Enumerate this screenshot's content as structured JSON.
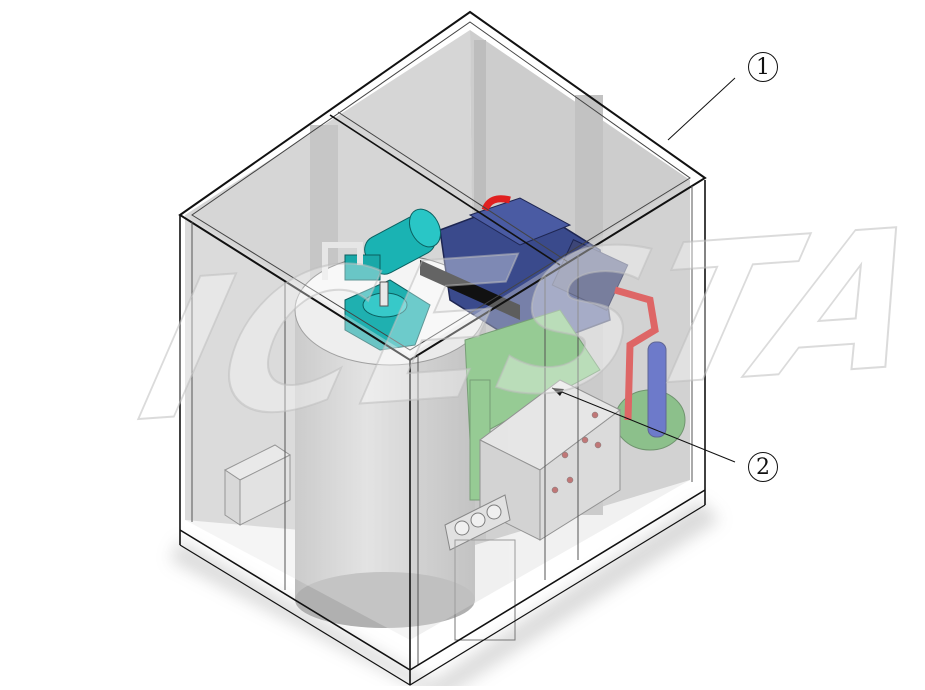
{
  "diagram": {
    "title": "",
    "subject": "Containerized flake ice machine (isometric cutaway)",
    "callouts": [
      {
        "id": "1",
        "label": "①",
        "number": "1",
        "target": "frame-enclosure"
      },
      {
        "id": "2",
        "label": "②",
        "number": "2",
        "target": "electrical-control-box"
      }
    ],
    "components": [
      "aluminum-frame-enclosure",
      "flake-ice-evaporator-drum",
      "gear-reducer-motor",
      "compressor",
      "condenser",
      "liquid-receiver",
      "electrical-control-box",
      "water-tank",
      "pressure-gauges"
    ],
    "watermark": "ICESTA",
    "colors": {
      "frame": "#c9c9c9",
      "panel": "#d8d8d8",
      "motor": "#1ab3b3",
      "compressor": "#3a4a8c",
      "condenser": "#6cc26a",
      "red_pipe": "#e02020",
      "blue_receiver": "#2a3fc0",
      "lines": "#111111"
    }
  }
}
